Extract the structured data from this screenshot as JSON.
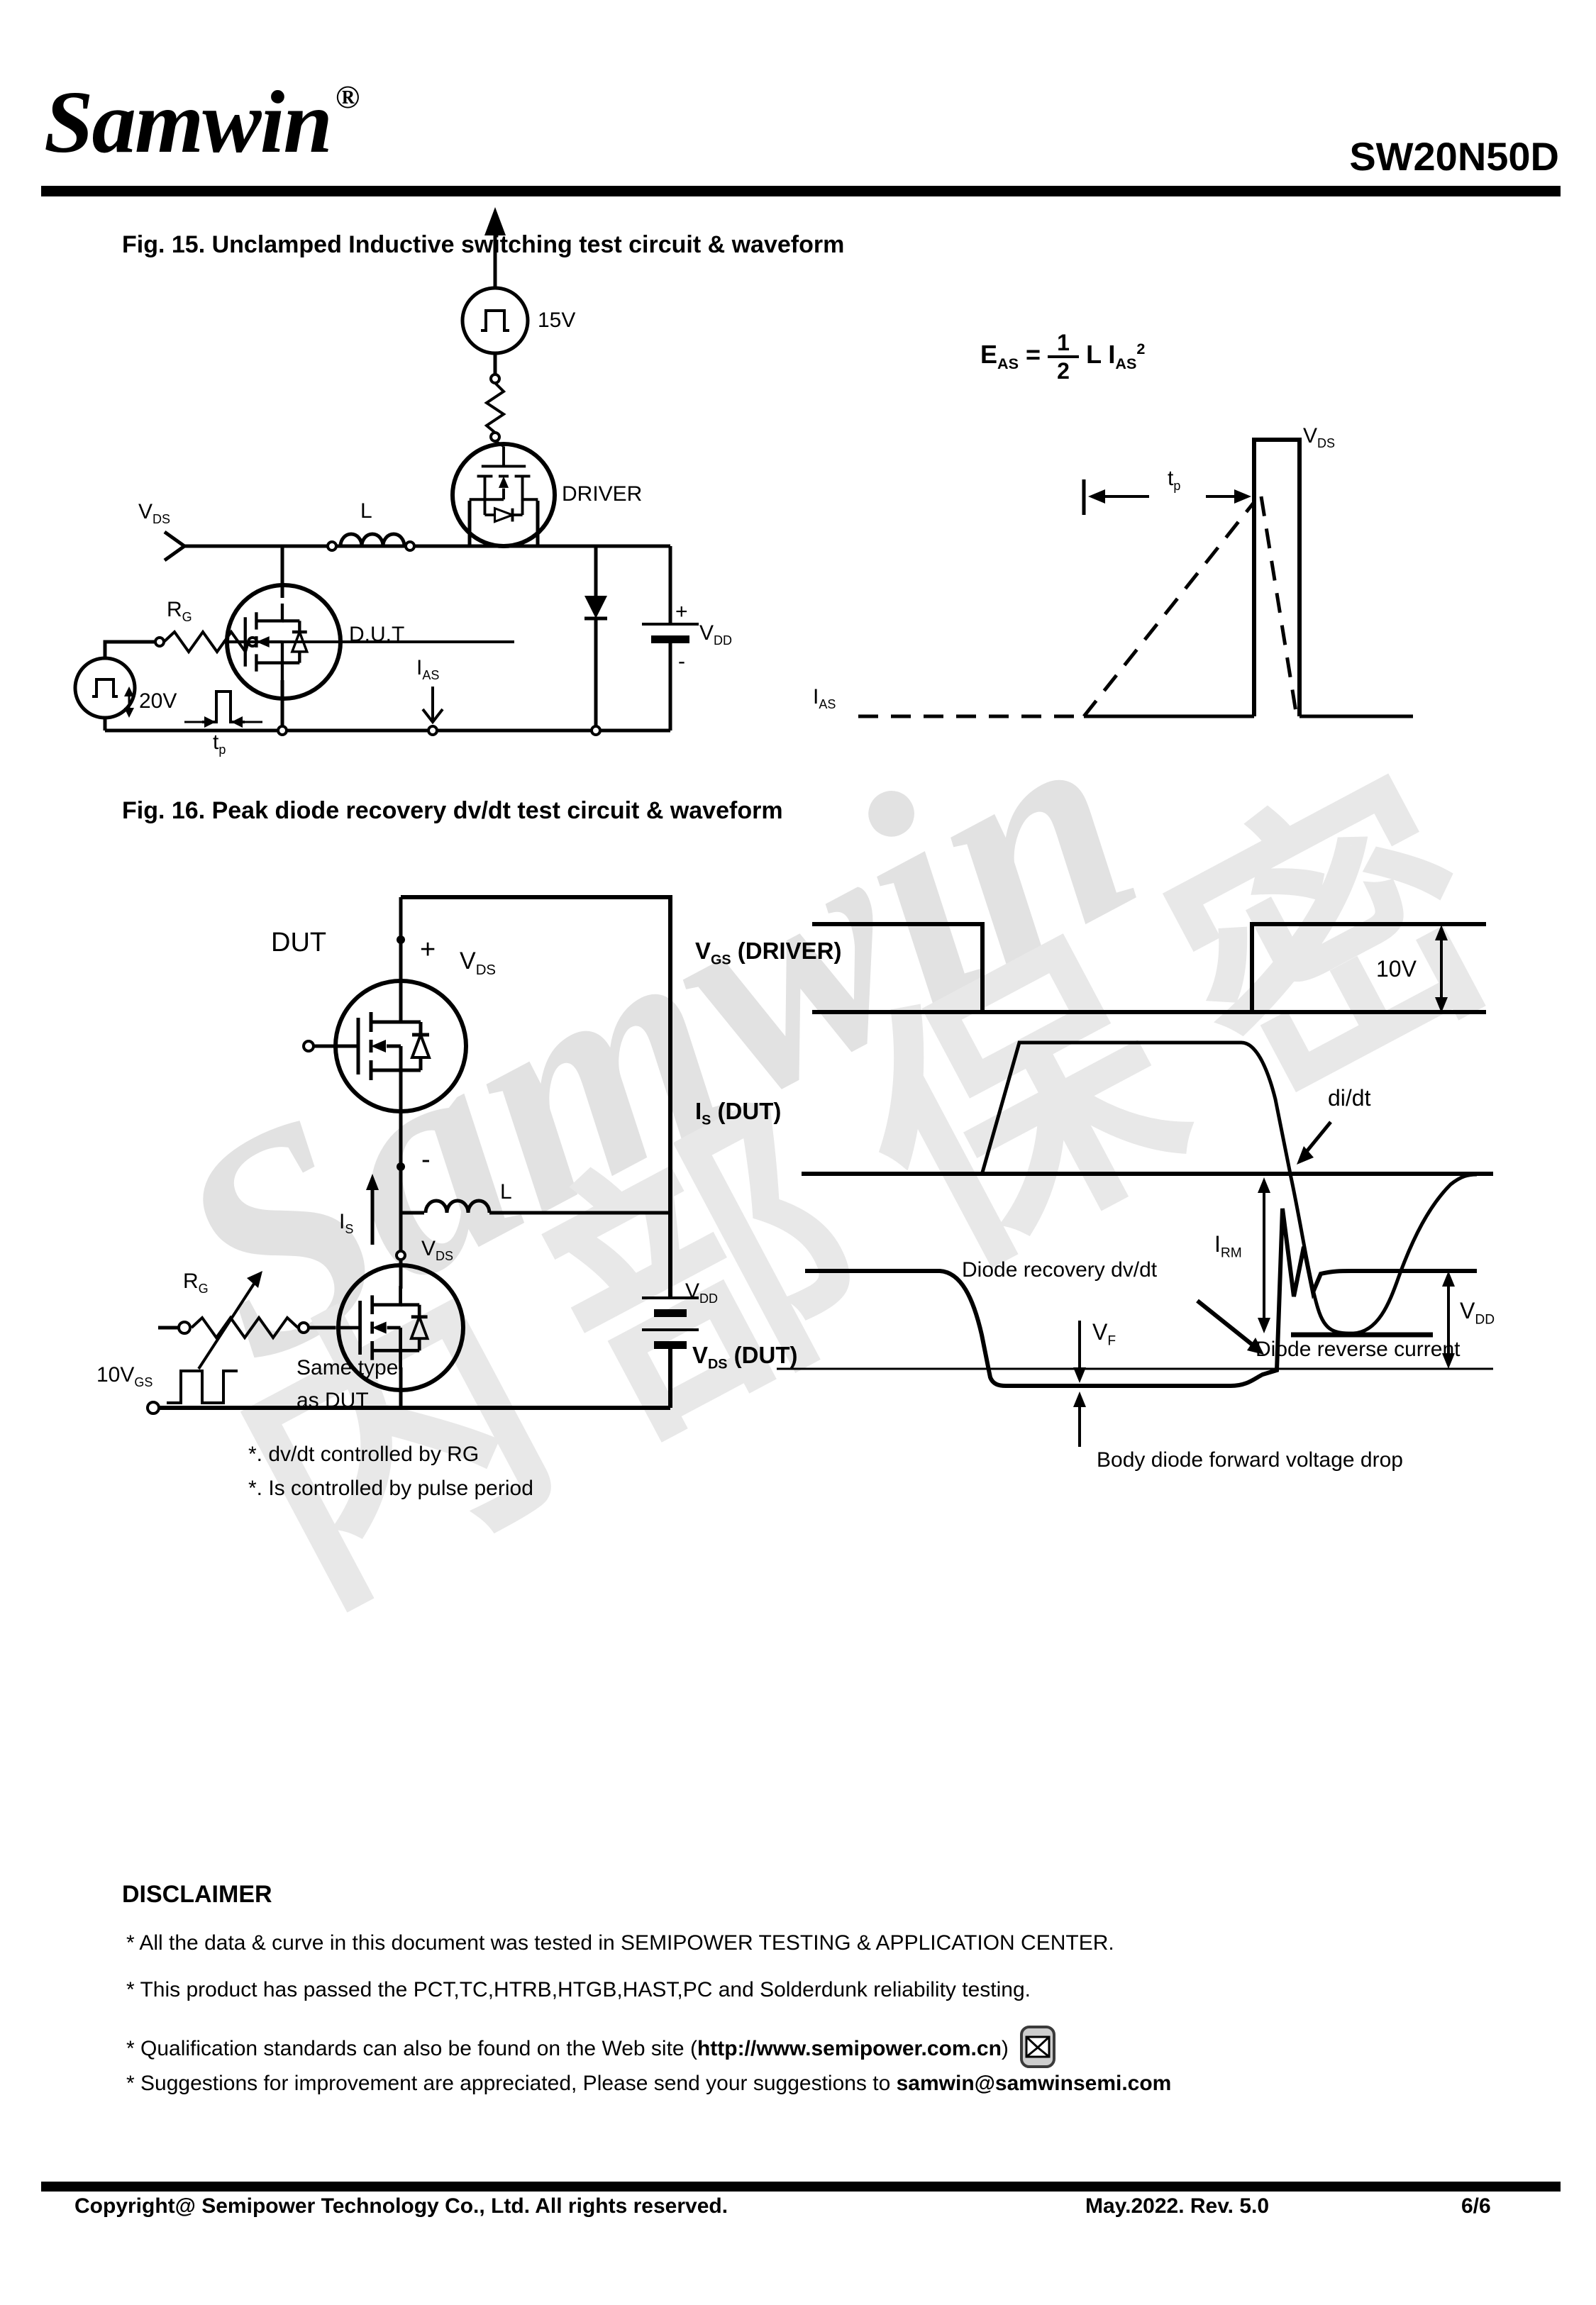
{
  "header": {
    "logo": "Samwin",
    "registered": "®",
    "part": "SW20N50D"
  },
  "watermark": {
    "word": "Samwin",
    "cjk": "内部保密"
  },
  "fig15": {
    "title": "Fig. 15. Unclamped Inductive switching test circuit & waveform",
    "circuit": {
      "vds": {
        "pre": "V",
        "sub": "DS"
      },
      "inductor": "L",
      "supply": "15V",
      "driver": "DRIVER",
      "dut": "D.U.T",
      "rg": {
        "pre": "R",
        "sub": "G"
      },
      "pulse_voltage": "20V",
      "tp": {
        "pre": "t",
        "sub": "p"
      },
      "ias": {
        "pre": "I",
        "sub": "AS"
      },
      "plus": "+",
      "minus": "-",
      "vdd": {
        "pre": "V",
        "sub": "DD"
      }
    },
    "waveform": {
      "equation": {
        "lhs": "E",
        "lhs_sub": "AS",
        "equals": "=",
        "numerator": "1",
        "denominator": "2",
        "mid": "L I",
        "mid_sub": "AS",
        "exponent": "2"
      },
      "vds": {
        "pre": "V",
        "sub": "DS"
      },
      "tp": {
        "pre": "t",
        "sub": "p"
      },
      "ias": {
        "pre": "I",
        "sub": "AS"
      }
    }
  },
  "fig16": {
    "title": "Fig. 16. Peak diode recovery dv/dt test circuit & waveform",
    "circuit": {
      "dut": "DUT",
      "plus": "+",
      "minus": "-",
      "vds_top": {
        "pre": "V",
        "sub": "DS"
      },
      "is": {
        "pre": "I",
        "sub": "S"
      },
      "inductor": "L",
      "vds_mid": {
        "pre": "V",
        "sub": "DS"
      },
      "rg": {
        "pre": "R",
        "sub": "G"
      },
      "vdd": {
        "pre": "V",
        "sub": "DD"
      },
      "vgs_source": {
        "pre": "10V",
        "sub": "GS"
      },
      "same_type_line1": "Same type",
      "same_type_line2": "as DUT",
      "note1": "*. dv/dt controlled by RG",
      "note2": "*. Is controlled by pulse period"
    },
    "waveform": {
      "vgs_panel": {
        "pre": "V",
        "sub": "GS",
        "post": " (DRIVER)"
      },
      "v10": "10V",
      "is_panel": {
        "pre": "I",
        "sub": "S",
        "post": " (DUT)"
      },
      "didt": "di/dt",
      "irm": {
        "pre": "I",
        "sub": "RM"
      },
      "diode_reverse": "Diode reverse current",
      "diode_recovery": "Diode recovery dv/dt",
      "vds_panel": {
        "pre": "V",
        "sub": "DS",
        "post": " (DUT)"
      },
      "vf": {
        "pre": "V",
        "sub": "F"
      },
      "vdd": {
        "pre": "V",
        "sub": "DD"
      },
      "body_diode": "Body diode forward voltage drop"
    }
  },
  "disclaimer": {
    "heading": "DISCLAIMER",
    "line1": "* All the data & curve in this document was tested in SEMIPOWER TESTING & APPLICATION CENTER.",
    "line2": "* This product has passed the PCT,TC,HTRB,HTGB,HAST,PC and Solderdunk reliability testing.",
    "line3_prefix": "* Qualification standards can also be found on the Web site (",
    "line3_link": "http://www.semipower.com.cn",
    "line3_suffix": ")",
    "line4_prefix": "* Suggestions for improvement are appreciated, Please send your suggestions to ",
    "line4_email": "samwin@samwinsemi.com"
  },
  "footer": {
    "copyright": "Copyright@ Semipower Technology Co., Ltd. All rights reserved.",
    "revision": "May.2022. Rev. 5.0",
    "page": "6/6"
  }
}
